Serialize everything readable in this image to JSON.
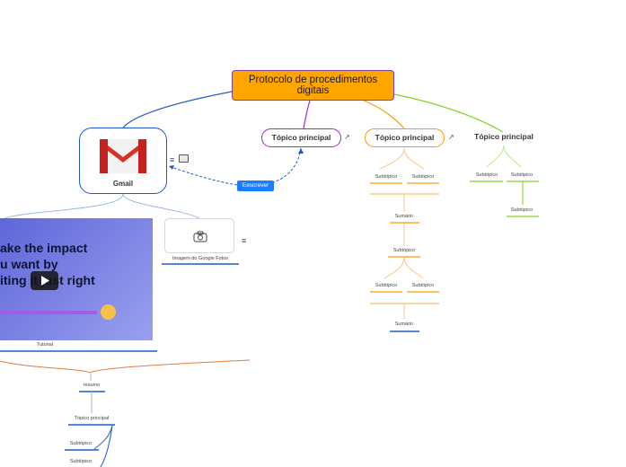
{
  "root": {
    "title": "Protocolo de procedimentos digitais"
  },
  "topics": {
    "purple": {
      "label": "Tópico principal"
    },
    "orange": {
      "label": "Tópico principal"
    },
    "green": {
      "label": "Tópico principal"
    }
  },
  "orange_branch": {
    "sub1": "Subtópico",
    "sub2": "Subtópico",
    "summary1": "Sumário",
    "sub3": "Subtópico",
    "sub4": "Subtópico",
    "sub5": "Subtópico",
    "summary2": "Sumário"
  },
  "green_branch": {
    "sub1": "Subtópico",
    "sub2": "Subtópico",
    "sub3": "Subtópico"
  },
  "gmail": {
    "label": "Gmail",
    "write_button": "Eescrever"
  },
  "photos": {
    "caption": "Imagem do Google Fotos"
  },
  "video": {
    "line1": "ake the impact",
    "line2": "u want by",
    "line3": "iting it just right",
    "caption": "Tutorial"
  },
  "bottom_branch": {
    "resumo": "resumo",
    "topic": "Tópico principal",
    "sub1": "Subtópico",
    "sub2": "Subtópico"
  },
  "colors": {
    "root": "#ffa500",
    "blue": "#1c5bc7",
    "purple": "#9b2fb5",
    "orange": "#ff9800",
    "green": "#7ed321",
    "button": "#1a7cff"
  }
}
